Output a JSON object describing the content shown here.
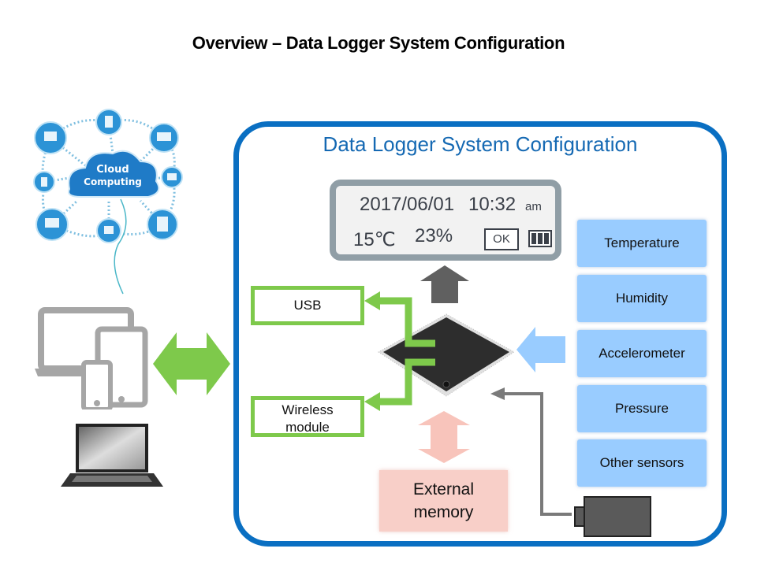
{
  "page": {
    "title": "Overview – Data Logger System Configuration"
  },
  "frame": {
    "title": "Data Logger System Configuration",
    "border_color": "#0a6fc2"
  },
  "cloud": {
    "label_line1": "Cloud",
    "label_line2": "Computing"
  },
  "lcd": {
    "date": "2017/06/01",
    "time": "10:32",
    "ampm": "am",
    "temperature": "15℃",
    "humidity": "23%",
    "status": "OK",
    "battery_bars": 3
  },
  "interfaces": [
    {
      "label": "USB"
    },
    {
      "label_line1": "Wireless",
      "label_line2": "module"
    }
  ],
  "sensors": [
    {
      "label": "Temperature"
    },
    {
      "label": "Humidity"
    },
    {
      "label": "Accelerometer"
    },
    {
      "label": "Pressure"
    },
    {
      "label": "Other sensors"
    }
  ],
  "memory": {
    "label_line1": "External",
    "label_line2": "memory"
  },
  "colors": {
    "green": "#7ec94b",
    "sensor_blue": "#99ccff",
    "memory_pink": "#f8cfc8",
    "arrow_gray": "#666666"
  }
}
